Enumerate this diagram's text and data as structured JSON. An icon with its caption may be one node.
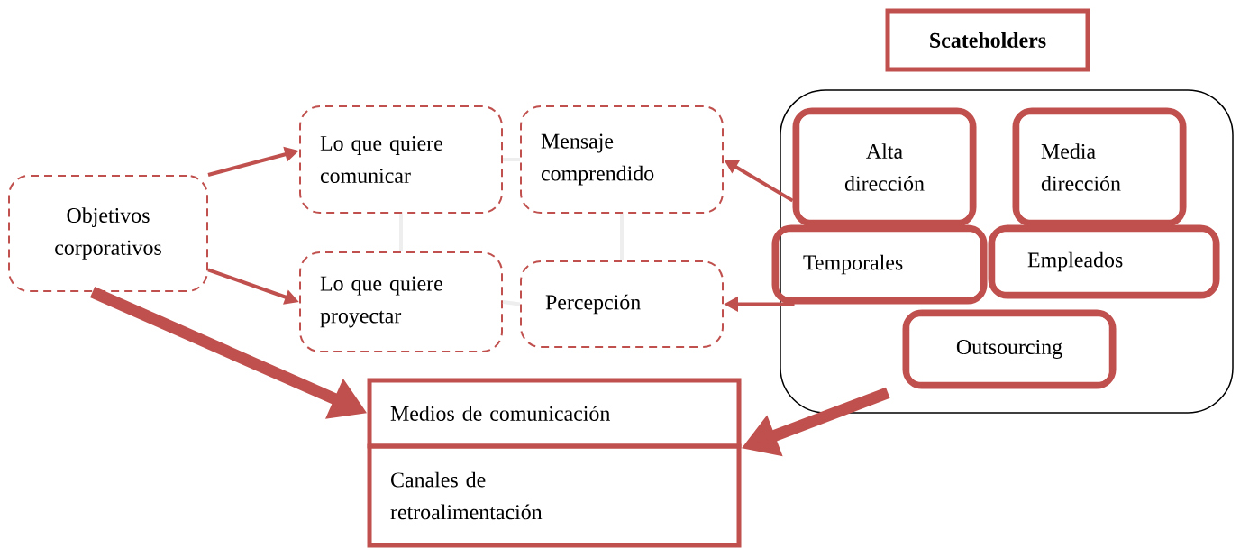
{
  "diagram": {
    "nodes": [
      {
        "text": [
          "Scateholders"
        ]
      },
      {
        "text": [],
        "shape": "box"
      },
      {
        "text": [
          "Objetivos corporativos"
        ]
      },
      {
        "text": [
          "Lo que quiere comunicar"
        ]
      },
      {
        "text": [
          "Mensaje comprendido"
        ]
      },
      {
        "text": [
          "Lo que quiere proyectar"
        ]
      },
      {
        "text": [
          "Percepción"
        ]
      },
      {
        "text": [
          "Alta dirección"
        ],
        "in": 1
      },
      {
        "text": [
          "Media dirección"
        ],
        "in": 1
      },
      {
        "text": [
          "Temporales"
        ],
        "in": 1
      },
      {
        "text": [
          "Empleados"
        ],
        "in": 1
      },
      {
        "text": [
          "Outsourcing"
        ],
        "in": 1
      },
      {
        "text": [
          "Medios de comunicación"
        ]
      },
      {
        "text": [
          "Canales de retroalimentación"
        ]
      }
    ],
    "edges": [
      {
        "from": 2,
        "to": 3,
        "arrow": "to"
      },
      {
        "from": 2,
        "to": 5,
        "arrow": "to"
      },
      {
        "from": 2,
        "to": 12,
        "arrow": "to",
        "style": "thick"
      },
      {
        "from": 7,
        "to": 4,
        "arrow": "to"
      },
      {
        "from": 9,
        "to": 6,
        "arrow": "to"
      },
      {
        "from": 1,
        "to": 12,
        "arrow": "to",
        "style": "thick"
      },
      {
        "from": 3,
        "to": 4,
        "arrow": "none",
        "color": "#eeeeee"
      },
      {
        "from": 3,
        "to": 5,
        "arrow": "none",
        "color": "#eeeeee"
      },
      {
        "from": 4,
        "to": 6,
        "arrow": "none",
        "color": "#eeeeee"
      },
      {
        "from": 5,
        "to": 6,
        "arrow": "none",
        "color": "#eeeeee"
      }
    ]
  }
}
